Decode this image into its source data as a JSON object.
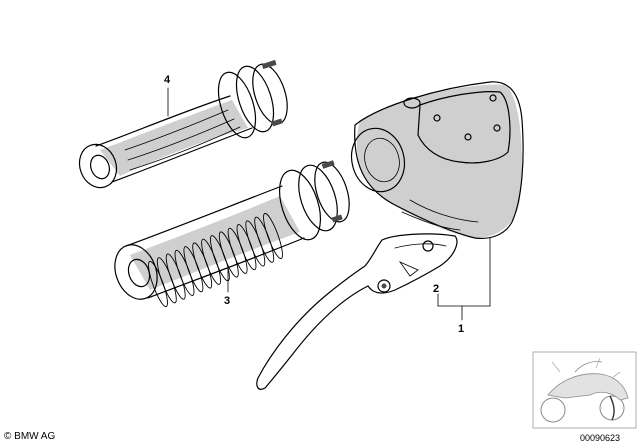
{
  "callouts": {
    "part_1": "1",
    "part_2": "2",
    "part_3": "3",
    "part_4": "4"
  },
  "footer": {
    "copyright": "© BMW AG",
    "diagram_number": "00090623"
  },
  "icons": {
    "vehicle_thumbnail": "motorcycle-silhouette-icon"
  },
  "colors": {
    "line": "#000000",
    "shade": "#cfcfcf",
    "background": "#ffffff"
  }
}
